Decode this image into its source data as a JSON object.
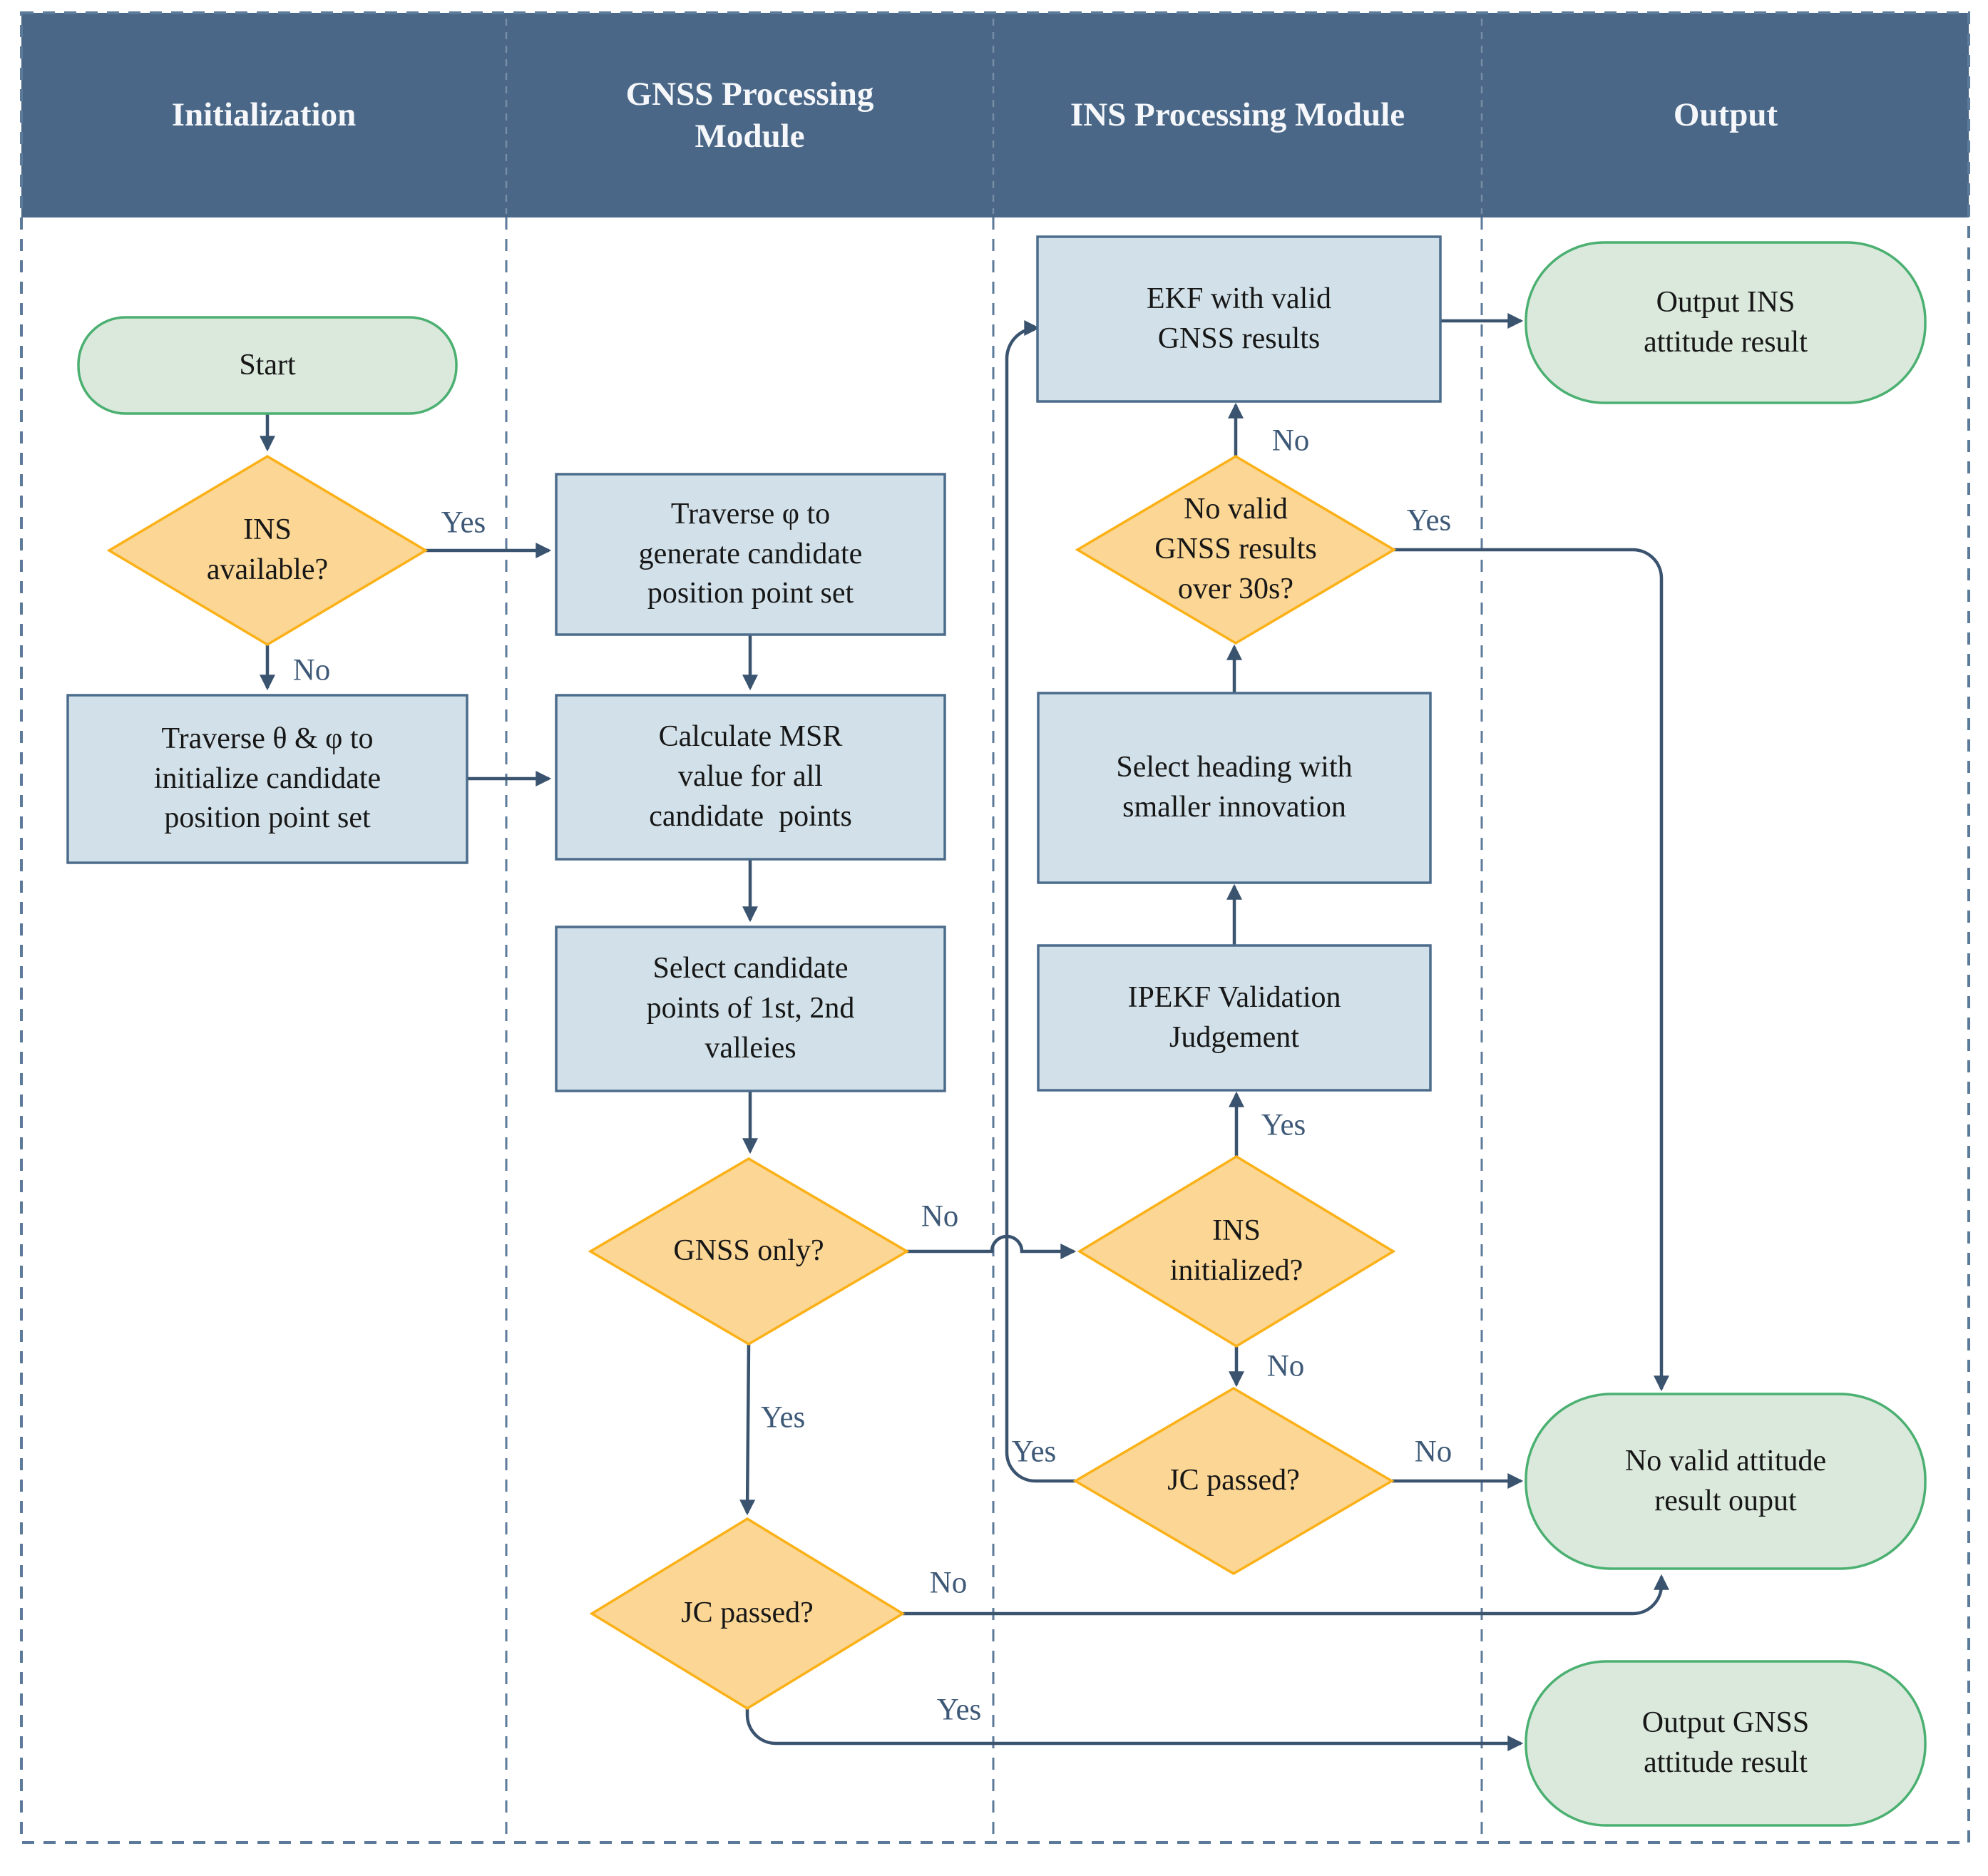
{
  "header": {
    "columns": [
      {
        "label": "Initialization"
      },
      {
        "label": "GNSS Processing\nModule"
      },
      {
        "label": "INS Processing Module"
      },
      {
        "label": "Output"
      }
    ]
  },
  "nodes": {
    "start": {
      "type": "terminator",
      "label": "Start"
    },
    "ins_available": {
      "type": "decision",
      "label": "INS\navailable?"
    },
    "traverse_theta_phi": {
      "type": "process",
      "label": "Traverse θ & φ to\ninitialize candidate\nposition point set"
    },
    "traverse_phi": {
      "type": "process",
      "label": "Traverse φ to\ngenerate candidate\nposition point set"
    },
    "calculate_msr": {
      "type": "process",
      "label": "Calculate MSR\nvalue for all\ncandidate  points"
    },
    "select_candidate": {
      "type": "process",
      "label": "Select candidate\npoints of 1st, 2nd\nvalleies"
    },
    "gnss_only": {
      "type": "decision",
      "label": "GNSS only?"
    },
    "jc_passed_gnss": {
      "type": "decision",
      "label": "JC passed?"
    },
    "ekf_valid": {
      "type": "process",
      "label": "EKF with valid\nGNSS results"
    },
    "no_valid_gnss_30s": {
      "type": "decision",
      "label": "No valid\nGNSS results\nover 30s?"
    },
    "select_heading": {
      "type": "process",
      "label": "Select heading with\nsmaller innovation"
    },
    "ipekf_validation": {
      "type": "process",
      "label": "IPEKF Validation\nJudgement"
    },
    "ins_initialized": {
      "type": "decision",
      "label": "INS\ninitialized?"
    },
    "jc_passed_ins": {
      "type": "decision",
      "label": "JC passed?"
    },
    "output_ins": {
      "type": "terminator",
      "label": "Output INS\nattitude result"
    },
    "no_valid_attitude": {
      "type": "terminator",
      "label": "No valid attitude\nresult ouput"
    },
    "output_gnss": {
      "type": "terminator",
      "label": "Output GNSS\nattitude result"
    }
  },
  "edge_labels": {
    "ins_available_yes": "Yes",
    "ins_available_no": "No",
    "gnss_only_no": "No",
    "gnss_only_yes": "Yes",
    "jc_gnss_no": "No",
    "jc_gnss_yes": "Yes",
    "no_valid_30s_no": "No",
    "no_valid_30s_yes": "Yes",
    "ins_initialized_yes": "Yes",
    "ins_initialized_no": "No",
    "jc_ins_yes": "Yes",
    "jc_ins_no": "No"
  },
  "colors": {
    "header_bg": "#4a6787",
    "header_text": "#f5f7fa",
    "process_fill": "#d2e1e9",
    "process_border": "#4c6c8c",
    "decision_fill": "#fbd694",
    "decision_border": "#fbb117",
    "terminator_fill": "#dbe9dd",
    "terminator_border": "#4bb071",
    "connector": "#3a536f",
    "lane_line": "#5c7a99",
    "node_text": "#171717",
    "label_text": "#3e5977"
  }
}
